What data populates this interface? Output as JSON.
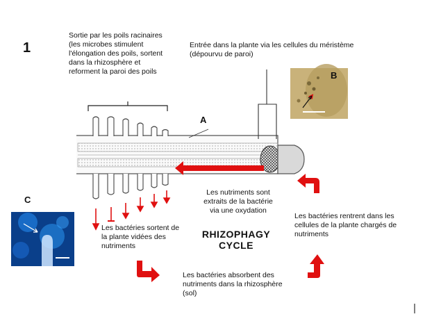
{
  "figure_number": "1",
  "labels": {
    "A": "A",
    "B": "B",
    "C": "C"
  },
  "annotations": {
    "root_hair_exit": "Sortie par les poils racinaires\n(les microbes stimulent\nl'élongation des poils, sortent\ndans la rhizosphère et\nreforment la paroi des poils",
    "meristem_entry": "Entrée dans la plante via les cellules du méristème\n(dépourvu de paroi)",
    "nutrients_extracted": "Les nutriments sont\nextraits de la bactérie\nvia une oxydation",
    "bacteria_exit": "Les bactéries sortent de\nla plante vidées des\nnutriments",
    "bacteria_reenter": "Les bactéries rentrent dans les\ncellules de la plante chargés de\nnutriments",
    "bacteria_absorb": "Les bactéries absorbent des\nnutriments dans la rhizosphère\n(sol)"
  },
  "cycle_title": "RHIZOPHAGY\nCYCLE",
  "colors": {
    "arrow_red": "#e01010",
    "inset_blue_bg": "#0a3f8a",
    "inset_micro_bg": "#c9b27a"
  }
}
